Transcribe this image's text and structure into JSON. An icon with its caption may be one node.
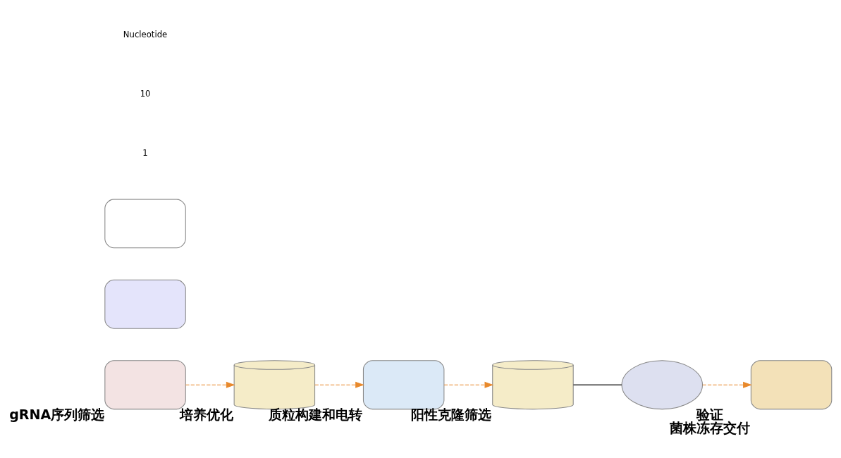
{
  "diagram": {
    "nodes": [
      {
        "text": [],
        "shape": "box",
        "beside": [
          "gRNA序列筛选"
        ]
      },
      {
        "text": [],
        "shape": "cylinder",
        "beside": [
          "培养优化"
        ]
      },
      {
        "text": [],
        "shape": "box",
        "beside": [
          "质粒构建和电转"
        ]
      },
      {
        "text": [],
        "shape": "cylinder",
        "beside": [
          "阳性克隆筛选"
        ]
      },
      {
        "text": [],
        "shape": "cloud"
      },
      {
        "text": [],
        "shape": "box",
        "beside": [
          "验证",
          "菌株冻存交付"
        ]
      },
      {
        "text": [],
        "shape": "box"
      },
      {
        "text": [],
        "shape": "box"
      }
    ],
    "edges": [
      {
        "from": 0,
        "to": 1,
        "arrow": "to",
        "style": "dashed"
      },
      {
        "from": 1,
        "to": 2,
        "arrow": "to",
        "style": "dashed"
      },
      {
        "from": 2,
        "to": 3,
        "arrow": "to",
        "style": "dashed"
      },
      {
        "from": 3,
        "to": 4,
        "arrow": "none",
        "color": "#333333"
      },
      {
        "from": 4,
        "to": 5,
        "arrow": "to",
        "style": "dashed"
      }
    ],
    "labels": [
      "1",
      "10",
      "Nucleotide"
    ]
  }
}
